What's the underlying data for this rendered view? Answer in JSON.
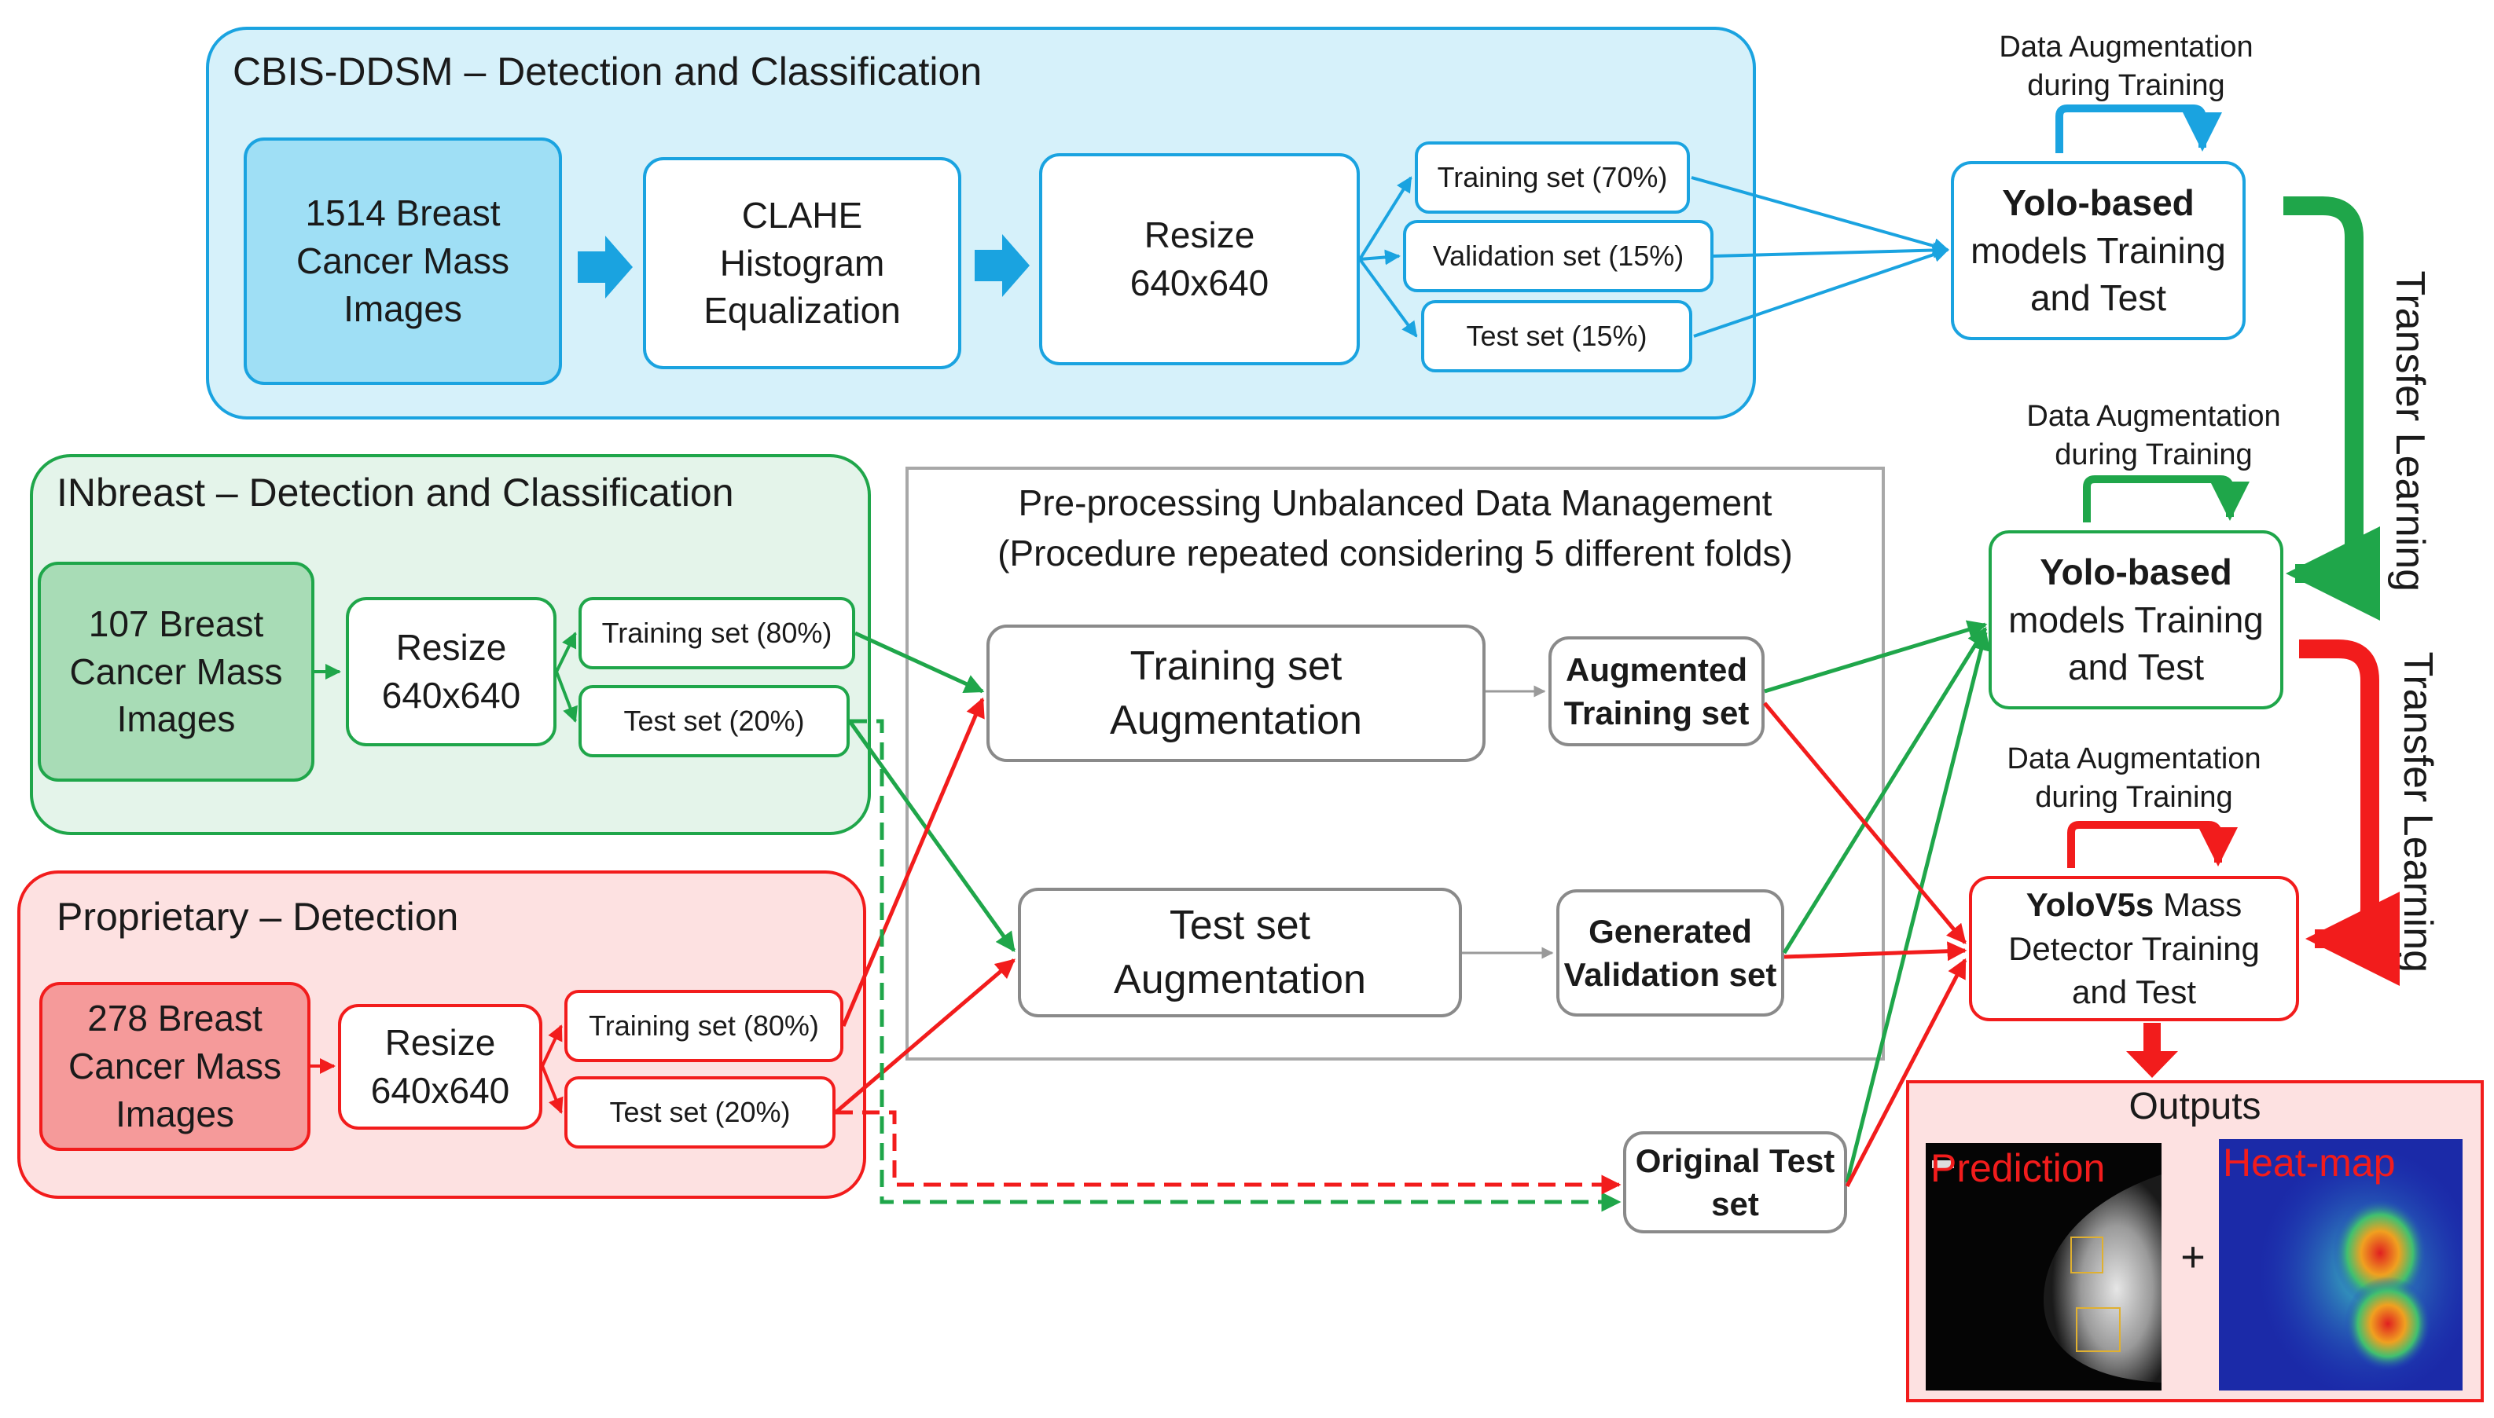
{
  "panels": {
    "cbis": {
      "title": "CBIS-DDSM – Detection and Classification"
    },
    "inbreast": {
      "title": "INbreast – Detection and Classification"
    },
    "proprietary": {
      "title": "Proprietary – Detection"
    },
    "preprocessing": {
      "title": "Pre-processing Unbalanced Data Management\n(Procedure repeated considering 5 different folds)"
    }
  },
  "cbis": {
    "images": "1514 Breast\nCancer Mass\nImages",
    "clahe": "CLAHE\nHistogram\nEqualization",
    "resize": "Resize\n640x640",
    "train": "Training set (70%)",
    "val": "Validation set (15%)",
    "test": "Test set (15%)"
  },
  "inbreast": {
    "images": "107 Breast\nCancer Mass\nImages",
    "resize": "Resize\n640x640",
    "train": "Training set (80%)",
    "test": "Test set (20%)"
  },
  "proprietary": {
    "images": "278 Breast\nCancer Mass\nImages",
    "resize": "Resize\n640x640",
    "train": "Training set (80%)",
    "test": "Test set (20%)"
  },
  "preprocessing": {
    "train_aug": "Training set\nAugmentation",
    "test_aug": "Test set\nAugmentation",
    "aug_train": "Augmented\nTraining set",
    "gen_val": "Generated\nValidation set",
    "orig_test": "Original Test\nset"
  },
  "models": {
    "yolo1_bold": "Yolo-based",
    "yolo1_rest": "models Training\nand Test",
    "yolo2_bold": "Yolo-based",
    "yolo2_rest": "models Training\nand Test",
    "yolov5_bold": "YoloV5s",
    "yolov5_rest1": " Mass",
    "yolov5_rest2": "Detector Training\nand Test"
  },
  "labels": {
    "aug1": "Data Augmentation\nduring Training",
    "aug2": "Data Augmentation\nduring Training",
    "aug3": "Data Augmentation\nduring Training",
    "transfer1": "Transfer Learning",
    "transfer2": "Transfer Learning"
  },
  "outputs": {
    "title": "Outputs",
    "prediction": "Prediction",
    "heatmap": "Heat-map",
    "plus": "+"
  },
  "colors": {
    "blue": "#1aa3e0",
    "green": "#1fa64a",
    "red": "#f21c1c",
    "blue_panel": "#d6f1fa",
    "green_panel": "#e4f4ea",
    "red_panel": "#fde1e1"
  }
}
